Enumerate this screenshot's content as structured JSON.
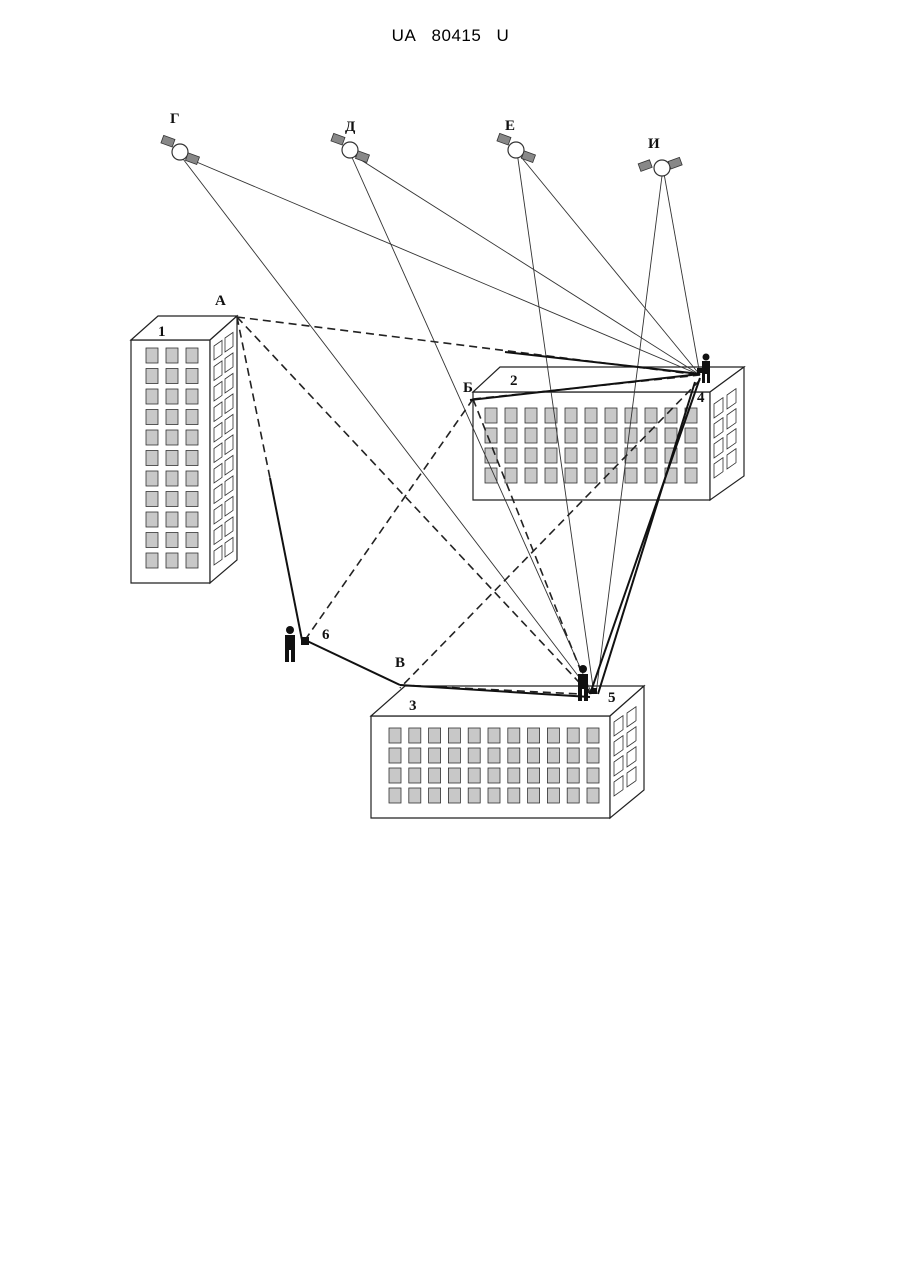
{
  "header": {
    "country": "UA",
    "number": "80415",
    "kind": "U"
  },
  "figure": {
    "satellite_labels": [
      "Г",
      "Д",
      "Е",
      "И"
    ],
    "point_labels": {
      "a": "А",
      "b": "Б",
      "v": "В"
    },
    "building_labels": [
      "1",
      "2",
      "3"
    ],
    "receiver_labels": [
      "4",
      "5",
      "6"
    ]
  },
  "colors": {
    "line": "#222222",
    "window_fill": "#c8c8c8",
    "wall": "#ffffff"
  }
}
